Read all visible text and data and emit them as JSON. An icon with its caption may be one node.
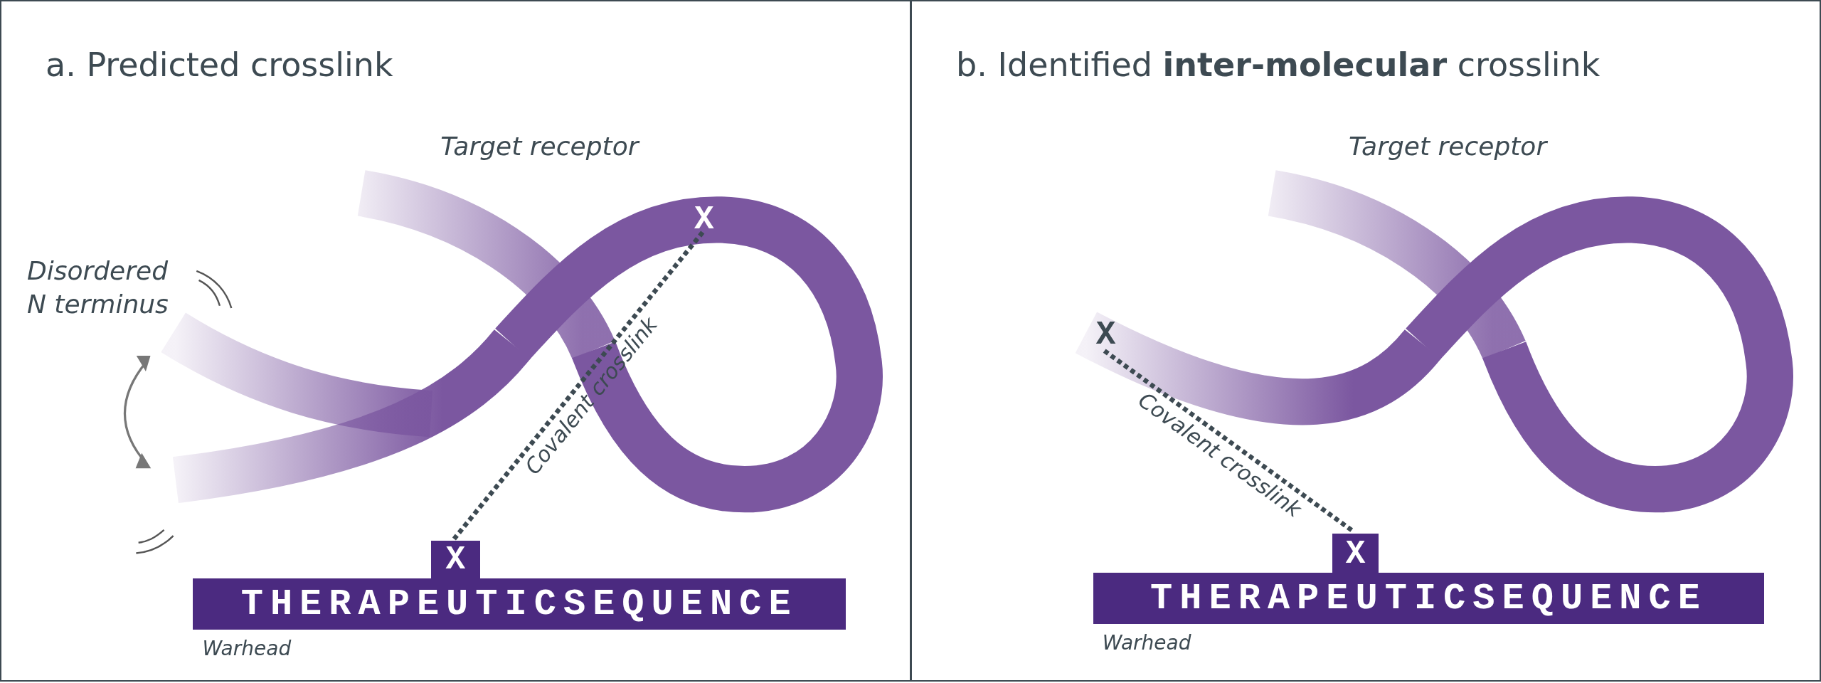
{
  "diagram": {
    "nodes": [
      {
        "text": [
          "a. Predicted crosslink"
        ]
      },
      {
        "text": [
          "X"
        ],
        "in": 0
      },
      {
        "text": [
          "X"
        ],
        "in": 0
      },
      {
        "text": [
          "THERAPEUTICSEQUENCE"
        ],
        "in": 0,
        "beside": [
          "Warhead"
        ]
      },
      {
        "text": [
          "b. Identified **inter-molecular** crosslink"
        ]
      },
      {
        "text": [
          "X"
        ],
        "in": 4
      },
      {
        "text": [
          "X"
        ],
        "in": 4
      },
      {
        "text": [
          "THERAPEUTICSEQUENCE"
        ],
        "in": 4,
        "beside": [
          "Warhead"
        ]
      }
    ],
    "edges": [
      {
        "from": 1,
        "to": 2,
        "arrow": "none",
        "style": "dashed",
        "label": "Covalent crosslink"
      },
      {
        "from": 5,
        "to": 6,
        "arrow": "none",
        "style": "dashed",
        "label": "Covalent crosslink"
      }
    ],
    "labels": [
      "Target receptor",
      "Disordered N terminus",
      "Target receptor"
    ]
  }
}
